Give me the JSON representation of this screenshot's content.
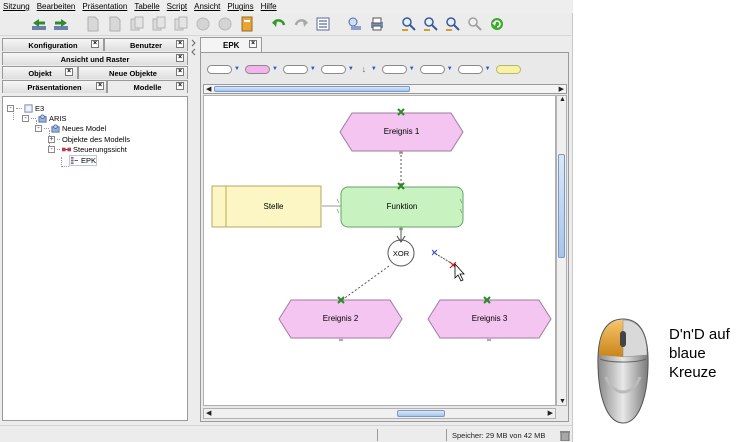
{
  "menubar": {
    "items": [
      "Sitzung",
      "Bearbeiten",
      "Präsentation",
      "Tabelle",
      "Script",
      "Ansicht",
      "Plugins",
      "Hilfe"
    ]
  },
  "toolbar": {
    "icons": [
      "back-icon",
      "forward-icon",
      "document-icon",
      "document-icon",
      "copy-icon",
      "copy-icon",
      "copy-icon",
      "disabled-icon",
      "disabled-icon",
      "notebook-icon",
      "undo-icon",
      "redo-icon",
      "list-icon",
      "properties-icon",
      "print-icon",
      "zoom-icon",
      "zoom-in-icon",
      "zoom-out-icon",
      "zoom-fit-icon",
      "refresh-icon"
    ]
  },
  "left_tabs": {
    "row1": [
      "Konfiguration",
      "Benutzer"
    ],
    "row2": [
      "Ansicht und Raster"
    ],
    "row3": [
      "Objekt",
      "Neue Objekte"
    ],
    "row4": [
      "Präsentationen",
      "Modelle"
    ],
    "close": "×"
  },
  "tree": {
    "items": [
      {
        "label": "E3",
        "toggle": "-"
      },
      {
        "label": "ARIS",
        "toggle": "-"
      },
      {
        "label": "Neues Model",
        "toggle": "-"
      },
      {
        "label": "Objekte des Modells",
        "toggle": "+"
      },
      {
        "label": "Steuerungssicht",
        "toggle": "-"
      },
      {
        "label": "EPK",
        "toggle": ""
      }
    ]
  },
  "editor": {
    "tab_label": "EPK",
    "close": "×"
  },
  "diagram": {
    "event1": "Ereignis 1",
    "function": "Funktion",
    "org_unit": "Stelle",
    "xor": "XOR",
    "event2": "Ereignis 2",
    "event3": "Ereignis 3",
    "colors": {
      "event_fill": "#f5c5f1",
      "event_stroke": "#a07aa0",
      "function_fill": "#c8f2c0",
      "function_stroke": "#6aa06a",
      "org_fill": "#fbf6c3",
      "org_stroke": "#b8a860"
    }
  },
  "status": {
    "memory": "Speicher: 29 MB  von 42 MB"
  },
  "hint": {
    "lines": [
      "D'n'D auf",
      "blaue",
      "Kreuze"
    ]
  }
}
